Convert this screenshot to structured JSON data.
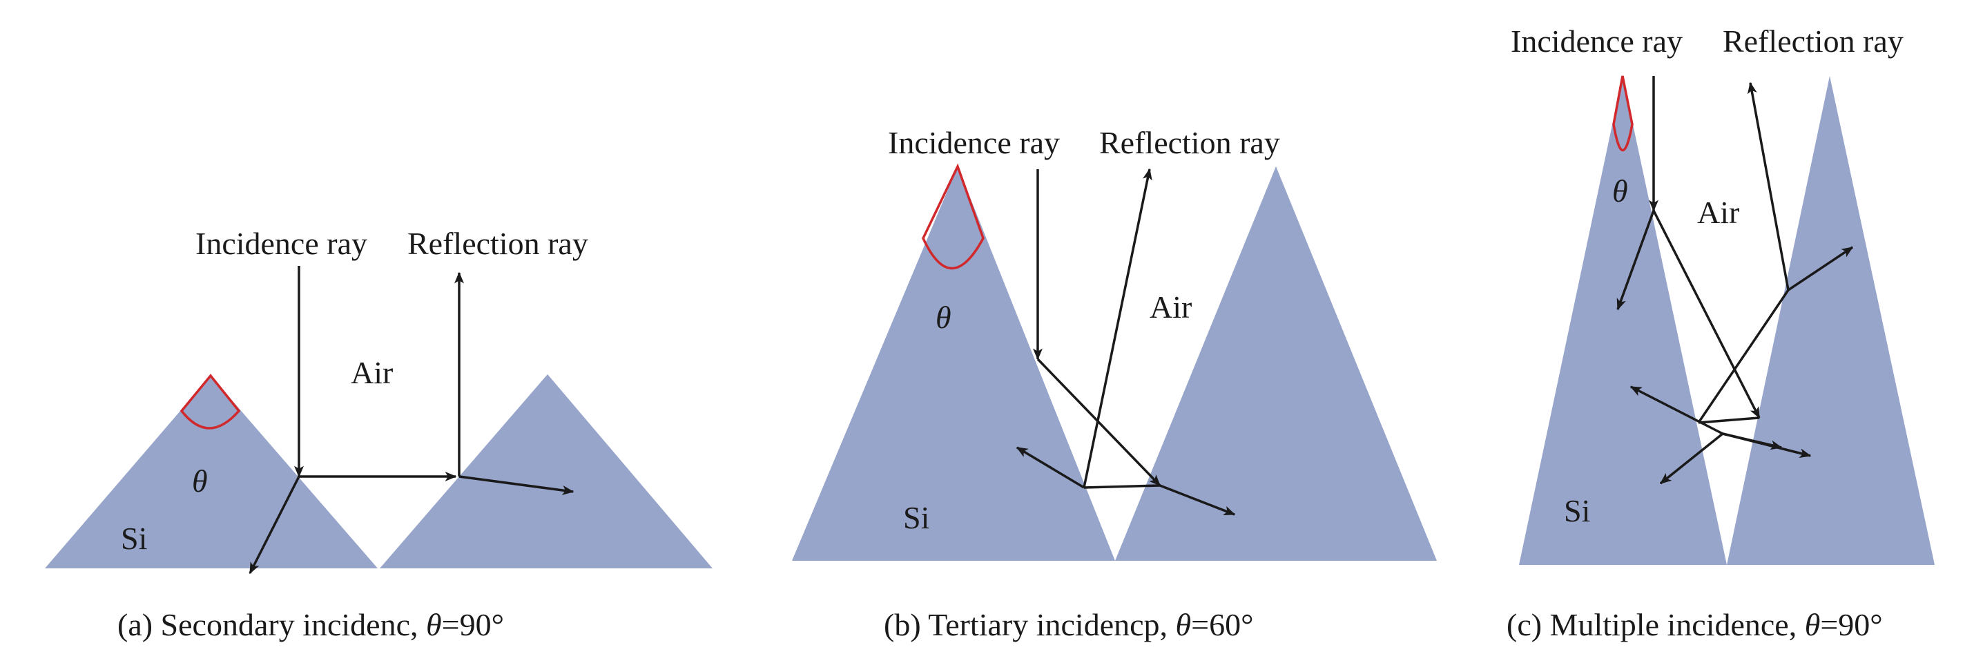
{
  "colors": {
    "silicon": "#97a5ca",
    "ray": "#1a1a1a",
    "angle_arc": "#d0282b"
  },
  "panels": [
    {
      "id": "a",
      "incidence_label": "Incidence ray",
      "reflection_label": "Reflection ray",
      "medium_air": "Air",
      "medium_si": "Si",
      "theta": "θ",
      "caption_prefix": "(a) Secondary incidenc, ",
      "caption_theta": "θ",
      "caption_value": "=90°"
    },
    {
      "id": "b",
      "incidence_label": "Incidence ray",
      "reflection_label": "Reflection ray",
      "medium_air": "Air",
      "medium_si": "Si",
      "theta": "θ",
      "caption_prefix": "(b) Tertiary incidencp, ",
      "caption_theta": "θ",
      "caption_value": "=60°"
    },
    {
      "id": "c",
      "incidence_label": "Incidence ray",
      "reflection_label": "Reflection ray",
      "medium_air": "Air",
      "medium_si": "Si",
      "theta": "θ",
      "caption_prefix": "(c) Multiple incidence, ",
      "caption_theta": "θ",
      "caption_value": "=90°"
    }
  ]
}
